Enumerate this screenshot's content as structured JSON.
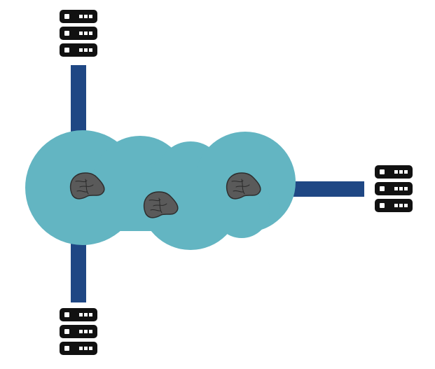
{
  "diagram": {
    "colors": {
      "background": "#ffffff",
      "cloud": "#63b5c2",
      "connector": "#1f4784",
      "server_body": "#111111",
      "server_light": "#ffffff",
      "node_fill": "#5a5a5a",
      "node_stroke": "#2e2e2e",
      "node_crack": "#2a2a2a"
    },
    "cloud": {
      "icon": "cloud-network-icon"
    },
    "nodes": [
      {
        "id": "node-left",
        "icon": "rock-node-icon"
      },
      {
        "id": "node-center",
        "icon": "rock-node-icon"
      },
      {
        "id": "node-right",
        "icon": "rock-node-icon"
      }
    ],
    "connectors": [
      {
        "id": "connector-top",
        "from": "cloud",
        "to": "server-stack-top"
      },
      {
        "id": "connector-right",
        "from": "cloud",
        "to": "server-stack-right"
      },
      {
        "id": "connector-bottom",
        "from": "cloud",
        "to": "server-stack-bottom"
      }
    ],
    "server_stacks": [
      {
        "id": "server-stack-top",
        "units": 3,
        "icon": "server-rack-icon"
      },
      {
        "id": "server-stack-right",
        "units": 3,
        "icon": "server-rack-icon"
      },
      {
        "id": "server-stack-bottom",
        "units": 3,
        "icon": "server-rack-icon"
      }
    ]
  }
}
